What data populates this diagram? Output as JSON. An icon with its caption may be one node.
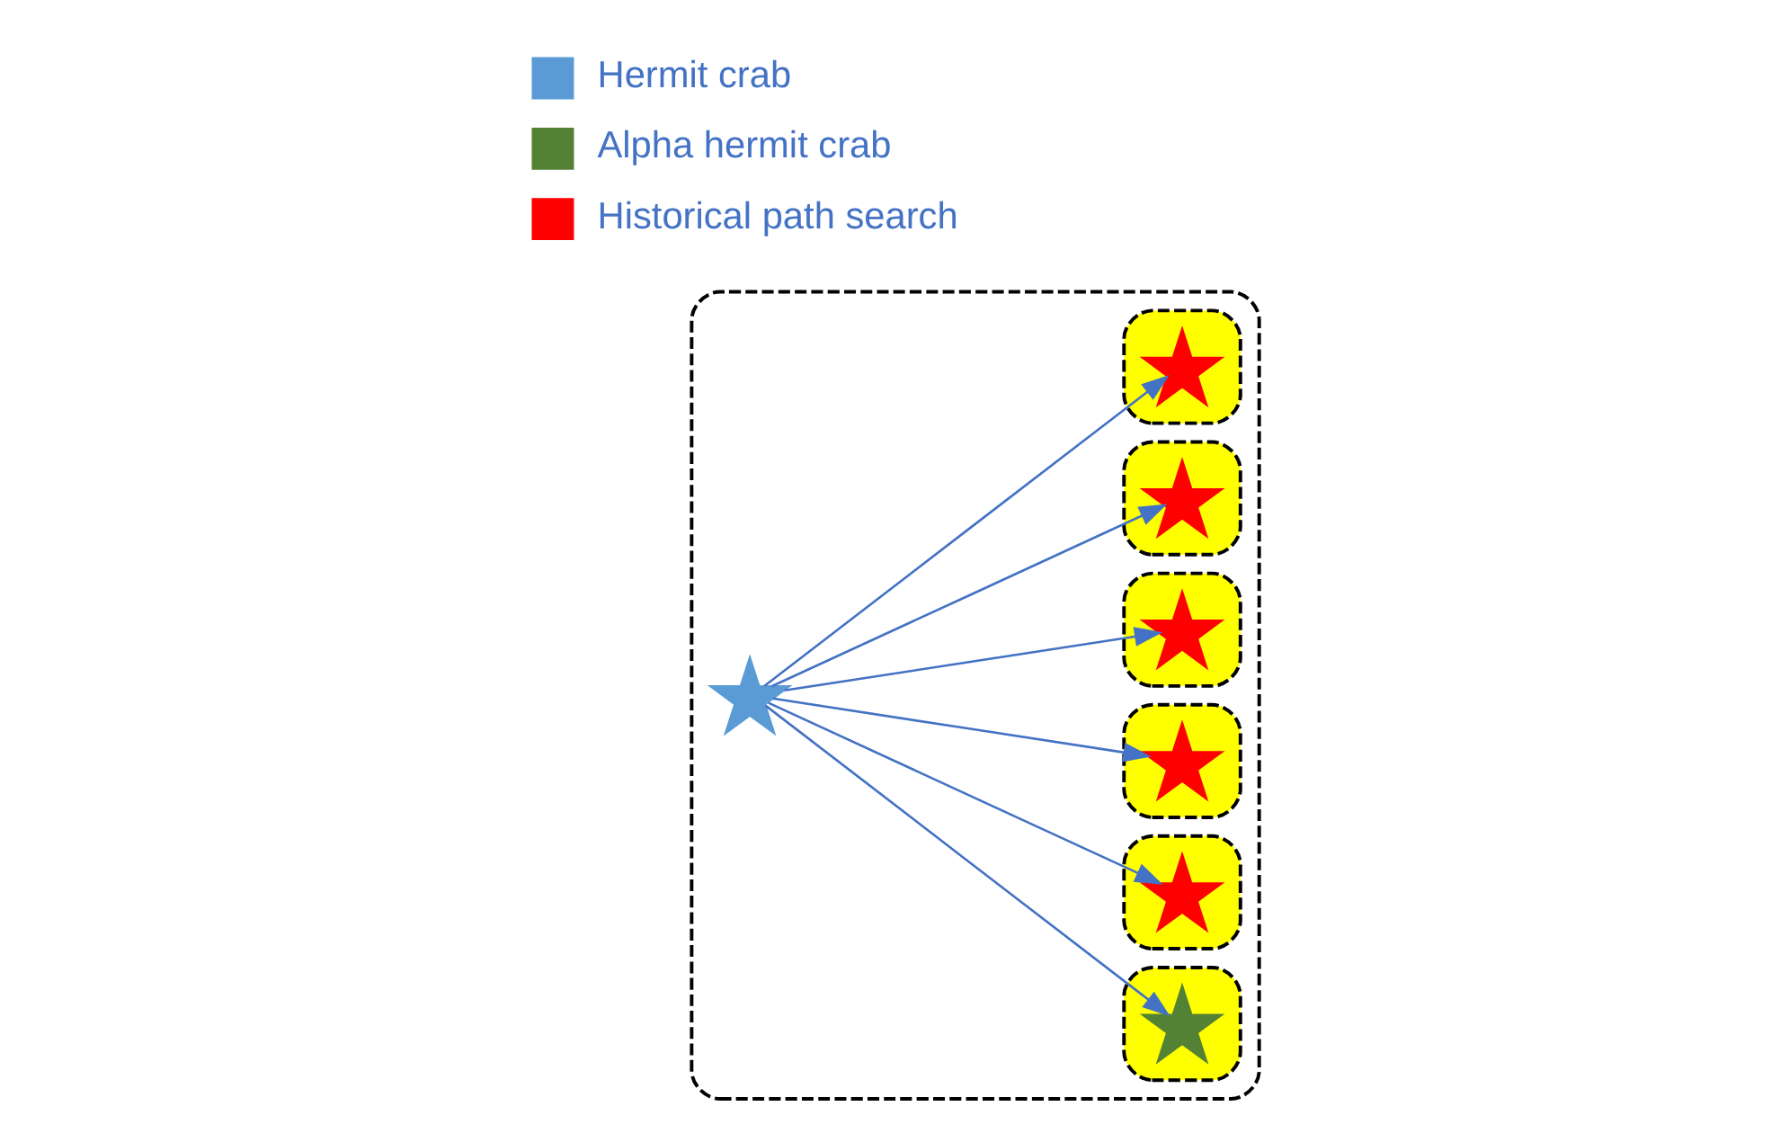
{
  "diagram": {
    "nodes": [
      {
        "text": [],
        "shape": "ellipse"
      },
      {
        "text": [],
        "shape": "ellipse",
        "in": 0
      },
      {
        "text": [],
        "shape": "star",
        "in": 1
      },
      {
        "text": [],
        "shape": "ellipse",
        "in": 0
      },
      {
        "text": [],
        "shape": "star",
        "in": 3
      },
      {
        "text": [],
        "shape": "ellipse",
        "in": 0
      },
      {
        "text": [],
        "shape": "star",
        "in": 5
      },
      {
        "text": [],
        "shape": "ellipse",
        "in": 0
      },
      {
        "text": [],
        "shape": "star",
        "in": 7
      },
      {
        "text": [],
        "shape": "ellipse",
        "in": 0
      },
      {
        "text": [],
        "shape": "star",
        "in": 9
      },
      {
        "text": [],
        "shape": "ellipse",
        "in": 0
      },
      {
        "text": [],
        "shape": "star",
        "in": 11
      },
      {
        "text": [],
        "shape": "star",
        "in": 0
      }
    ],
    "edges": [
      {
        "from": 13,
        "to": 2,
        "arrow": "to"
      },
      {
        "from": 13,
        "to": 4,
        "arrow": "to"
      },
      {
        "from": 13,
        "to": 6,
        "arrow": "to"
      },
      {
        "from": 13,
        "to": 8,
        "arrow": "to"
      },
      {
        "from": 13,
        "to": 10,
        "arrow": "to"
      },
      {
        "from": 13,
        "to": 12,
        "arrow": "to"
      }
    ],
    "legend": [
      {
        "text": "Hermit crab",
        "color": "#5b9bd5"
      },
      {
        "text": "Alpha hermit crab",
        "color": "#548235"
      },
      {
        "text": "Historical path search",
        "color": "#ff0000"
      }
    ]
  }
}
